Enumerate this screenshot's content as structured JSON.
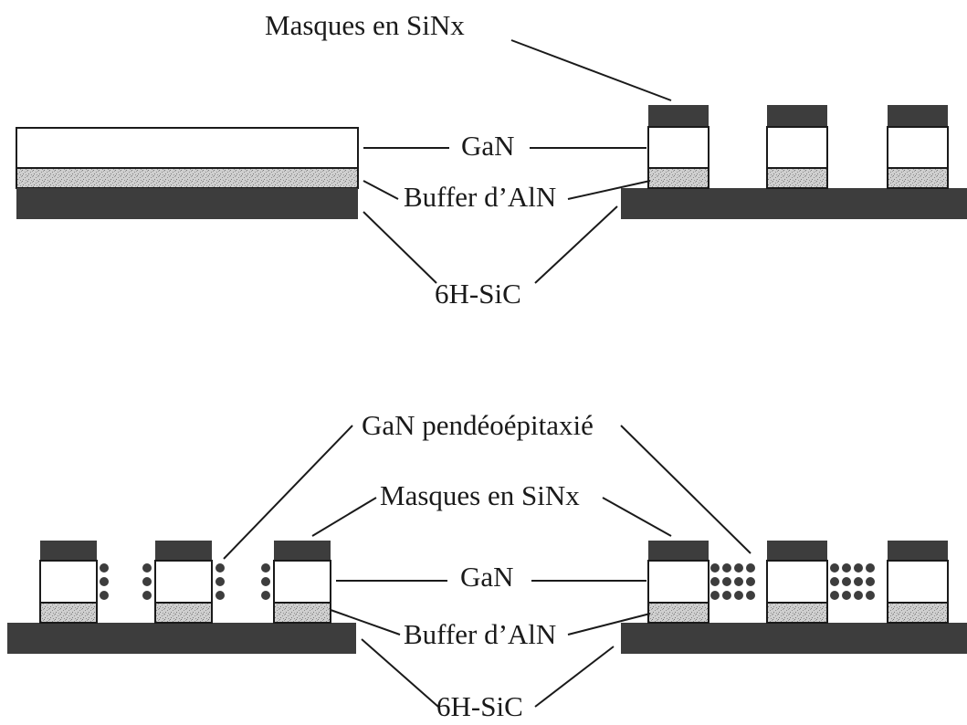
{
  "colors": {
    "substrate": "#3d3d3d",
    "mask": "#3d3d3d",
    "gan": "#ffffff",
    "buffer": "#c8c8c8",
    "dot": "#3d3d3d",
    "line": "#1a1a1a"
  },
  "top": {
    "masks_label": "Masques en SiNx",
    "gan_label": "GaN",
    "buffer_label": "Buffer d’AlN",
    "substrate_label": "6H-SiC"
  },
  "bottom": {
    "pendeo_label": "GaN pendéoépitaxié",
    "masks_label": "Masques en SiNx",
    "gan_label": "GaN",
    "buffer_label": "Buffer d’AlN",
    "substrate_label": "6H-SiC"
  }
}
